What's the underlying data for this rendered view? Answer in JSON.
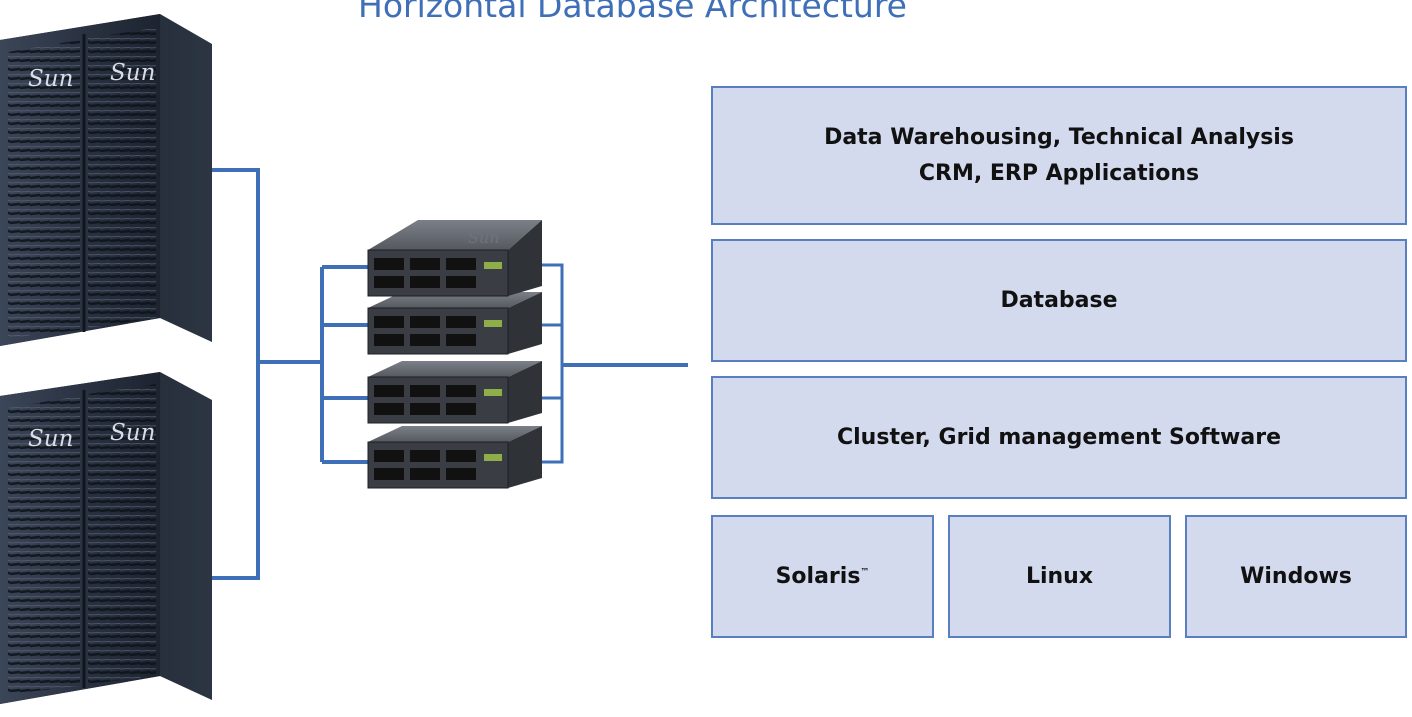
{
  "title": "Horizontal Database Architecture",
  "hardware": {
    "brand": "Sun",
    "rack_count": 2,
    "server_count": 4
  },
  "stack": {
    "top": {
      "line1": "Data Warehousing, Technical Analysis",
      "line2": "CRM, ERP Applications"
    },
    "database": "Database",
    "cluster": "Cluster, Grid management Software",
    "os": [
      {
        "name": "Solaris",
        "mark": "™"
      },
      {
        "name": "Linux",
        "mark": ""
      },
      {
        "name": "Windows",
        "mark": ""
      }
    ]
  },
  "colors": {
    "title": "#3f6fb6",
    "connector": "#3f6fb6",
    "block_fill": "#d4daee",
    "block_border": "#5a7fc0",
    "rack_body": "#2b3442",
    "server_body": "#4a4f57"
  }
}
